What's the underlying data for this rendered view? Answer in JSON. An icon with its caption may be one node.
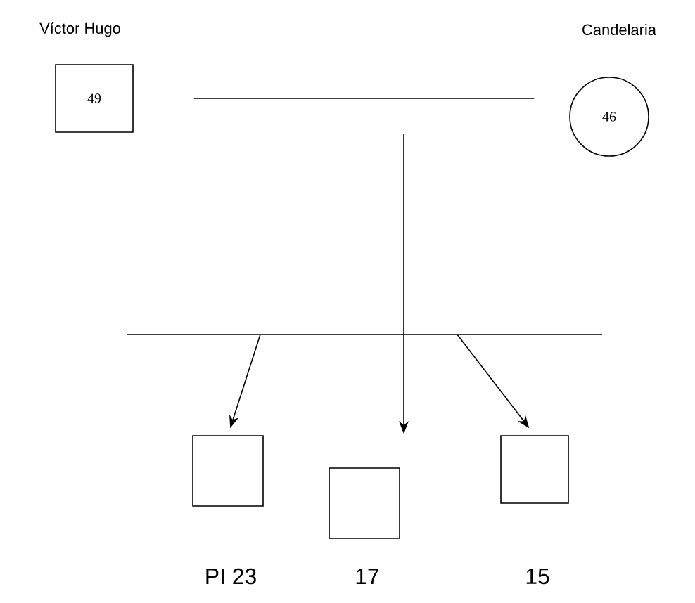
{
  "diagram": {
    "nodes": [
      {
        "text": [
          "Víctor Hugo",
          "49"
        ]
      },
      {
        "text": [
          "Candelaria",
          "46"
        ]
      },
      {
        "text": [],
        "shape": "box",
        "beside": [
          "PI 23"
        ]
      },
      {
        "text": [],
        "shape": "box",
        "beside": [
          "17"
        ]
      },
      {
        "text": [],
        "shape": "box",
        "beside": [
          "15"
        ]
      }
    ],
    "edges": [
      {
        "from": 0,
        "to": 1,
        "arrow": "none"
      },
      {
        "from": null,
        "to": 2,
        "arrow": "to"
      },
      {
        "from": null,
        "to": 3,
        "arrow": "to"
      },
      {
        "from": null,
        "to": 4,
        "arrow": "to"
      }
    ]
  }
}
